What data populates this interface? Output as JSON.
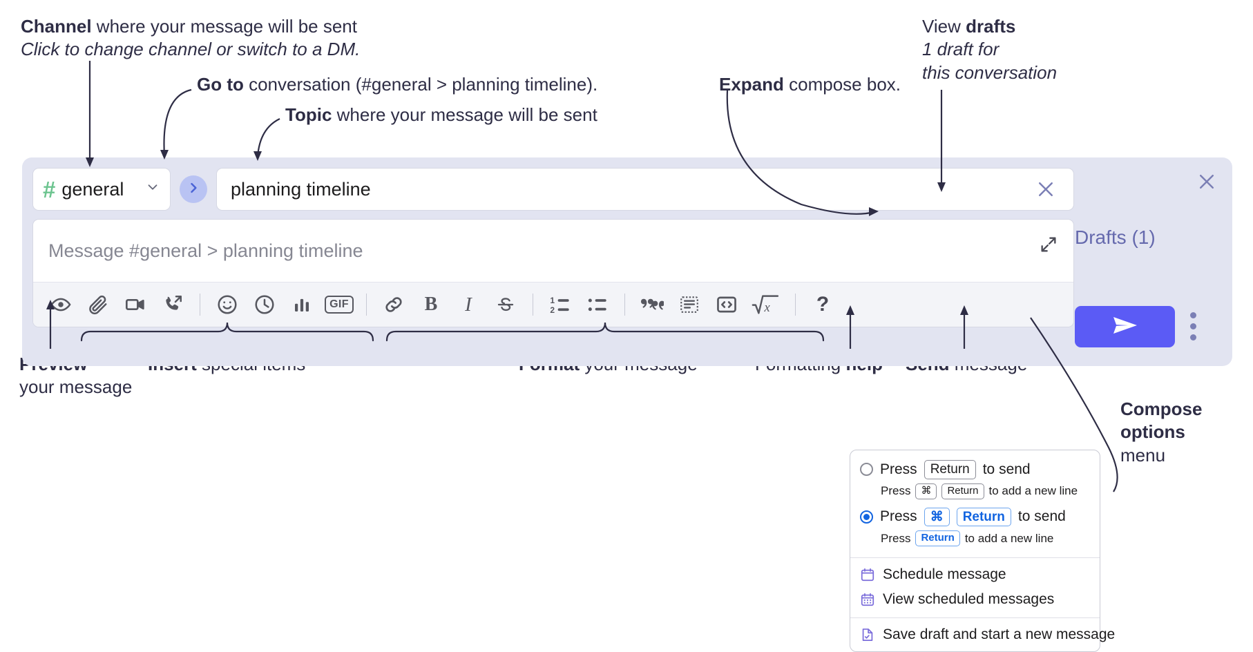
{
  "annotations": {
    "channel": {
      "line1_bold": "Channel",
      "line1_rest": " where your message will be sent",
      "line2_italic": "Click to change channel or switch to a DM."
    },
    "goto": {
      "bold": "Go to",
      "rest": " conversation (#general > planning timeline)."
    },
    "topic": {
      "bold": "Topic",
      "rest": " where your message will be sent"
    },
    "expand": {
      "bold": "Expand",
      "rest": " compose box."
    },
    "drafts": {
      "line1_rest": "View ",
      "line1_bold": "drafts",
      "line2_italic": "1 draft for",
      "line3_italic": "this conversation"
    },
    "preview": {
      "bold": "Preview",
      "rest": "your message"
    },
    "insert": {
      "bold": "Insert",
      "rest": " special items"
    },
    "format": {
      "bold": "Format",
      "rest": " your message"
    },
    "formatting_help": {
      "rest": "Formatting ",
      "bold": "help"
    },
    "send": {
      "bold": "Send",
      "rest": " message"
    },
    "compose_options": {
      "bold1": "Compose",
      "bold2": "options",
      "rest": "menu"
    }
  },
  "compose": {
    "channel": {
      "hash": "#",
      "name": "general",
      "chevron": "⌄",
      "icon": "hash-icon"
    },
    "goto_button": {
      "glyph": "›",
      "icon": "chevron-right-icon"
    },
    "topic": {
      "value": "planning timeline",
      "clear_icon": "close-icon"
    },
    "message": {
      "placeholder": "Message #general > planning timeline",
      "value": "",
      "expand_icon": "expand-icon"
    },
    "toolbar": [
      {
        "name": "preview-button",
        "icon": "eye-icon",
        "label": "Preview"
      },
      {
        "name": "attach-button",
        "icon": "paperclip-icon",
        "label": "Attach file"
      },
      {
        "name": "video-clip-button",
        "icon": "video-camera-icon",
        "label": "Record video clip"
      },
      {
        "name": "audio-huddle-button",
        "icon": "phone-forward-icon",
        "label": "Audio clip"
      },
      {
        "name": "separator-1",
        "icon": "divider",
        "label": ""
      },
      {
        "name": "emoji-button",
        "icon": "smiley-icon",
        "label": "Emoji"
      },
      {
        "name": "reminder-button",
        "icon": "clock-icon",
        "label": "Clock"
      },
      {
        "name": "poll-button",
        "icon": "bar-chart-icon",
        "label": "Poll"
      },
      {
        "name": "gif-button",
        "icon": "gif-icon",
        "label": "GIF"
      },
      {
        "name": "separator-2",
        "icon": "divider",
        "label": ""
      },
      {
        "name": "link-button",
        "icon": "link-icon",
        "label": "Link"
      },
      {
        "name": "bold-button",
        "icon": "bold-icon",
        "label": "B"
      },
      {
        "name": "italic-button",
        "icon": "italic-icon",
        "label": "I"
      },
      {
        "name": "strikethrough-button",
        "icon": "strikethrough-icon",
        "label": "S"
      },
      {
        "name": "separator-3",
        "icon": "divider",
        "label": ""
      },
      {
        "name": "ordered-list-button",
        "icon": "ordered-list-icon",
        "label": "Ordered list"
      },
      {
        "name": "bulleted-list-button",
        "icon": "bulleted-list-icon",
        "label": "Bulleted list"
      },
      {
        "name": "separator-4",
        "icon": "divider",
        "label": ""
      },
      {
        "name": "blockquote-button",
        "icon": "quote-icon",
        "label": "Blockquote"
      },
      {
        "name": "code-button",
        "icon": "code-inline-icon",
        "label": "Code"
      },
      {
        "name": "code-block-button",
        "icon": "code-block-icon",
        "label": "Code block"
      },
      {
        "name": "math-button",
        "icon": "square-root-x-icon",
        "label": "Math"
      },
      {
        "name": "separator-5",
        "icon": "divider",
        "label": ""
      },
      {
        "name": "formatting-help-button",
        "icon": "question-mark-icon",
        "label": "?"
      }
    ],
    "gif_label": "GIF",
    "bold_label": "B",
    "italic_label": "I",
    "help_label": "?",
    "close_icon": "close-icon",
    "drafts_label": "Drafts (1)",
    "send_icon": "send-paper-plane-icon",
    "kebab_icon": "more-options-vertical-icon"
  },
  "options_menu": {
    "radio_options": [
      {
        "selected": false,
        "main_pre": "Press",
        "main_keys": [
          "Return"
        ],
        "main_post": "to send",
        "sub_pre": "Press",
        "sub_keys": [
          "⌘",
          "Return"
        ],
        "sub_post": "to add a new line"
      },
      {
        "selected": true,
        "main_pre": "Press",
        "main_keys": [
          "⌘",
          "Return"
        ],
        "main_post": "to send",
        "sub_pre": "Press",
        "sub_keys": [
          "Return"
        ],
        "sub_post": "to add a new line"
      }
    ],
    "items": [
      {
        "icon": "calendar-icon",
        "label": "Schedule message"
      },
      {
        "icon": "calendar-grid-icon",
        "label": "View scheduled messages"
      },
      {
        "icon": "document-check-icon",
        "label": "Save draft and start a new message"
      }
    ]
  },
  "colors": {
    "shell_bg": "#e2e4f1",
    "accent_send": "#5b5bf5",
    "hash_green": "#6cc48f",
    "goto_circle": "#b9c3f3",
    "goto_arrow": "#4a63d6",
    "drafts_text": "#6569ad",
    "menu_icon_purple": "#7b6ddb",
    "radio_blue": "#1264e0",
    "toolbar_bg": "#f3f4f8",
    "anno_text": "#2e2d45"
  }
}
